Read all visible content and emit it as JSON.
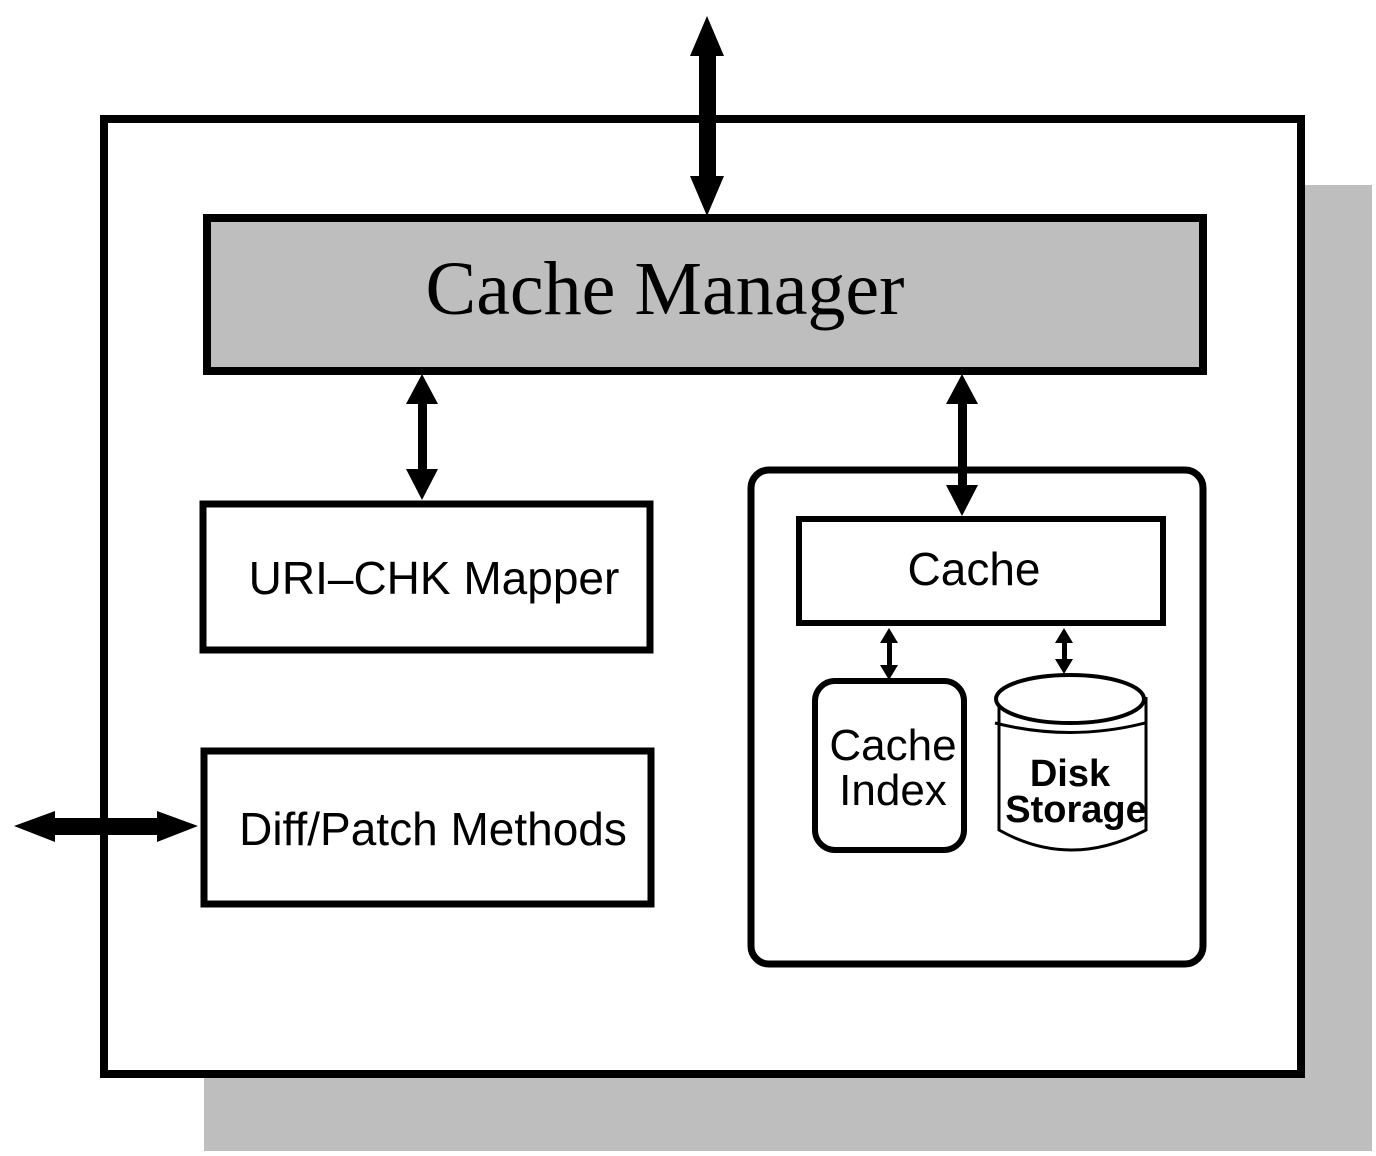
{
  "diagram": {
    "colors": {
      "shadow": "#bebebe",
      "manager_fill": "#bebebe",
      "stroke": "#000000",
      "background": "#ffffff"
    },
    "components": {
      "cache_manager": {
        "label": "Cache Manager"
      },
      "uri_mapper": {
        "label": "URI–CHK Mapper"
      },
      "diff_patch": {
        "label": "Diff/Patch Methods"
      },
      "cache": {
        "label": "Cache"
      },
      "cache_index": {
        "label_line1": "Cache",
        "label_line2": "Index"
      },
      "disk_storage": {
        "label_line1": "Disk",
        "label_line2": "Storage"
      }
    },
    "connections": [
      {
        "from": "external",
        "to": "cache_manager",
        "direction": "bidirectional"
      },
      {
        "from": "cache_manager",
        "to": "uri_mapper",
        "direction": "bidirectional"
      },
      {
        "from": "cache_manager",
        "to": "cache",
        "direction": "bidirectional"
      },
      {
        "from": "external",
        "to": "diff_patch",
        "direction": "bidirectional"
      },
      {
        "from": "cache",
        "to": "cache_index",
        "direction": "bidirectional"
      },
      {
        "from": "cache",
        "to": "disk_storage",
        "direction": "bidirectional"
      }
    ]
  }
}
